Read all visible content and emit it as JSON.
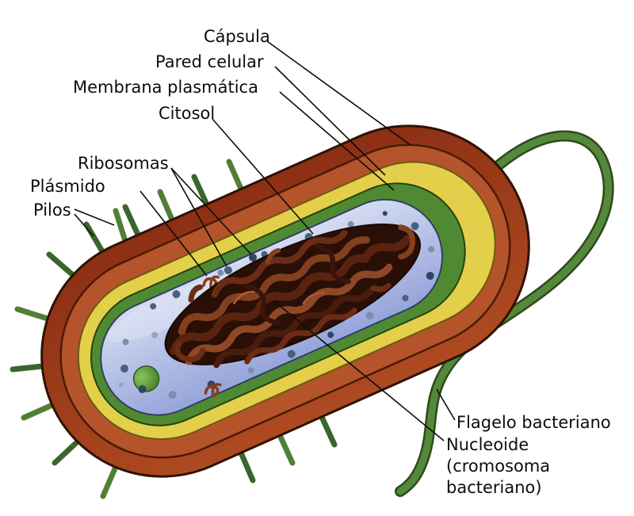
{
  "diagram": {
    "labels": {
      "capsula": "Cápsula",
      "pared_celular": "Pared celular",
      "membrana_plasmatica": "Membrana plasmática",
      "citosol": "Citosol",
      "ribosomas": "Ribosomas",
      "plasmido": "Plásmido",
      "pilos": "Pilos",
      "flagelo": "Flagelo bacteriano",
      "nucleoide_lines": [
        "Nucleoide",
        "(cromosoma",
        "bacteriano)"
      ]
    },
    "colors": {
      "capsule": "#9e3a1c",
      "capsule_inner": "#b5532a",
      "cell_wall": "#e3cf4a",
      "plasma_membrane": "#4f8a33",
      "cytosol": "#b9c6ea",
      "nucleoid": "#5a2310",
      "flagellum": "#55883a",
      "pili": "#3a662b",
      "ribosome": "#49617f"
    }
  }
}
